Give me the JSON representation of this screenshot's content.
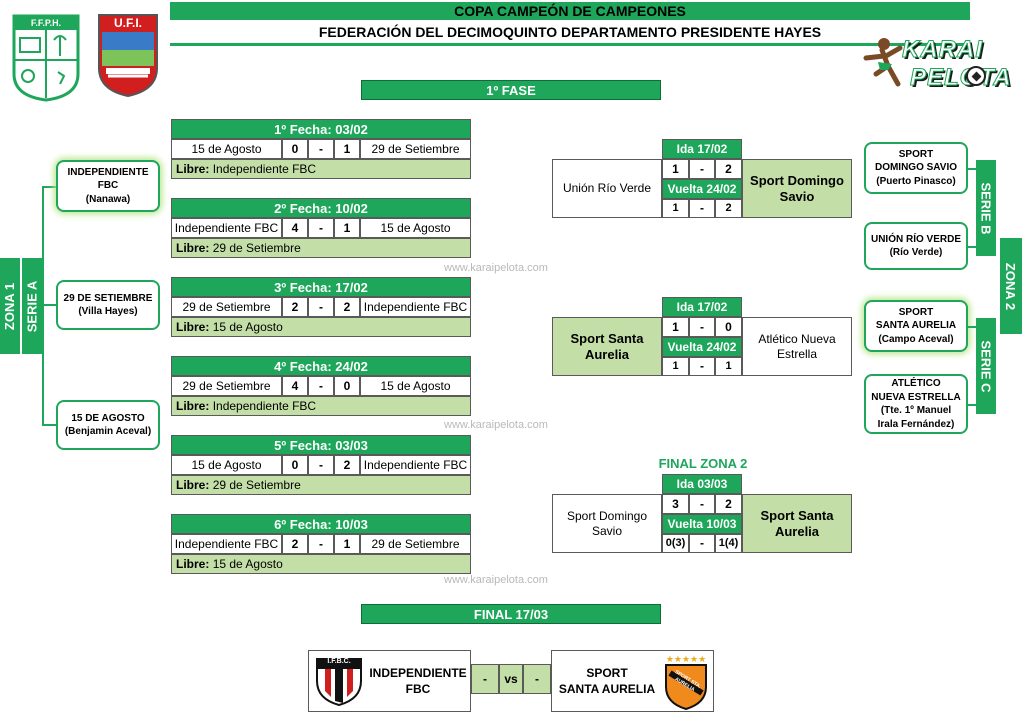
{
  "header": {
    "title": "COPA CAMPEÓN DE CAMPEONES",
    "subtitle": "FEDERACIÓN DEL DECIMOQUINTO DEPARTAMENTO PRESIDENTE HAYES",
    "ffph_logo_text": "F.F.P.H.",
    "ufi_logo_text": "U.F.I.",
    "karai_line1": "KARAI",
    "karai_line2": "PELOTA"
  },
  "phase_label": "1º FASE",
  "watermark": "www.karaipelota.com",
  "zona1": {
    "label": "ZONA 1",
    "serie": "SERIE A",
    "teams": [
      {
        "name": "INDEPENDIENTE FBC",
        "place": "(Nanawa)"
      },
      {
        "name": "29 DE SETIEMBRE",
        "place": "(Villa Hayes)"
      },
      {
        "name": "15 DE AGOSTO",
        "place": "(Benjamin Aceval)"
      }
    ]
  },
  "fechas": [
    {
      "title": "1º Fecha: 03/02",
      "home": "15 de Agosto",
      "hs": "0",
      "sep": "-",
      "as": "1",
      "away": "29 de Setiembre",
      "libre_label": "Libre:",
      "libre": "Independiente FBC"
    },
    {
      "title": "2º Fecha: 10/02",
      "home": "Independiente FBC",
      "hs": "4",
      "sep": "-",
      "as": "1",
      "away": "15 de Agosto",
      "libre_label": "Libre:",
      "libre": "29 de Setiembre"
    },
    {
      "title": "3º Fecha: 17/02",
      "home": "29 de Setiembre",
      "hs": "2",
      "sep": "-",
      "as": "2",
      "away": "Independiente FBC",
      "libre_label": "Libre:",
      "libre": "15 de Agosto"
    },
    {
      "title": "4º Fecha: 24/02",
      "home": "29 de Setiembre",
      "hs": "4",
      "sep": "-",
      "as": "0",
      "away": "15 de Agosto",
      "libre_label": "Libre:",
      "libre": "Independiente FBC"
    },
    {
      "title": "5º Fecha: 03/03",
      "home": "15 de Agosto",
      "hs": "0",
      "sep": "-",
      "as": "2",
      "away": "Independiente FBC",
      "libre_label": "Libre:",
      "libre": "29 de Setiembre"
    },
    {
      "title": "6º Fecha: 10/03",
      "home": "Independiente FBC",
      "hs": "2",
      "sep": "-",
      "as": "1",
      "away": "29 de Setiembre",
      "libre_label": "Libre:",
      "libre": "15 de Agosto"
    }
  ],
  "ties": [
    {
      "ida": "Ida 17/02",
      "vuelta": "Vuelta 24/02",
      "left": "Unión Río Verde",
      "right": "Sport Domingo Savio",
      "ida_l": "1",
      "ida_r": "2",
      "vta_l": "1",
      "vta_r": "2",
      "sep": "-",
      "winner": "right"
    },
    {
      "ida": "Ida 17/02",
      "vuelta": "Vuelta 24/02",
      "left": "Sport Santa Aurelia",
      "right": "Atlético Nueva Estrella",
      "ida_l": "1",
      "ida_r": "0",
      "vta_l": "1",
      "vta_r": "1",
      "sep": "-",
      "winner": "left"
    },
    {
      "ida": "Ida 03/03",
      "vuelta": "Vuelta 10/03",
      "left": "Sport Domingo Savio",
      "right": "Sport Santa Aurelia",
      "ida_l": "3",
      "ida_r": "2",
      "vta_l": "0(3)",
      "vta_r": "1(4)",
      "sep": "-",
      "winner": "right"
    }
  ],
  "final_zona2_label": "FINAL ZONA 2",
  "zona2": {
    "label": "ZONA 2",
    "serie_b": "SERIE B",
    "serie_c": "SERIE C",
    "teams_b": [
      {
        "line1": "SPORT",
        "line2": "DOMINGO SAVIO",
        "place": "(Puerto Pinasco)"
      },
      {
        "line1": "UNIÓN RÍO VERDE",
        "line2": "",
        "place": "(Río Verde)"
      }
    ],
    "teams_c": [
      {
        "line1": "SPORT",
        "line2": "SANTA AURELIA",
        "place": "(Campo Aceval)"
      },
      {
        "line1": "ATLÉTICO",
        "line2": "NUEVA ESTRELLA",
        "place": "(Tte. 1º Manuel Irala Fernández)"
      }
    ]
  },
  "final": {
    "label": "FINAL 17/03",
    "left_line1": "INDEPENDIENTE",
    "left_line2": "FBC",
    "left_badge": "I.F.B.C.",
    "left_score": "-",
    "vs": "vs",
    "right_score": "-",
    "right_line1": "SPORT",
    "right_line2": "SANTA AURELIA",
    "right_badge": "SPORT STA. AURELIA"
  },
  "colors": {
    "accent": "#1ea65a",
    "light": "#c3dfa7",
    "shield_red": "#d11f1f",
    "orange": "#f08a1c"
  }
}
